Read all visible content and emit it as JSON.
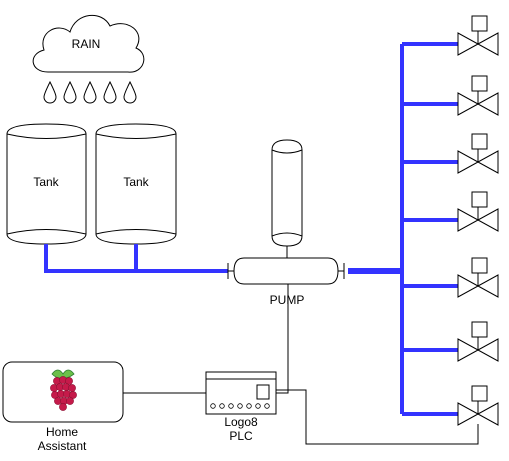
{
  "labels": {
    "rain": "RAIN",
    "tank1": "Tank",
    "tank2": "Tank",
    "pump": "PUMP",
    "home_line1": "Home",
    "home_line2": "Assistant",
    "plc_line1": "Logo8",
    "plc_line2": "PLC"
  },
  "colors": {
    "pipe": "#3333ff",
    "stroke": "#000000",
    "raspberry": "#c51a4a",
    "leaf": "#6cc04a"
  },
  "icons": {
    "cloud": "cloud-icon",
    "raindrop": "raindrop-icon",
    "valve": "valve-icon",
    "raspberry": "raspberry-pi-icon",
    "plc": "plc-icon"
  }
}
